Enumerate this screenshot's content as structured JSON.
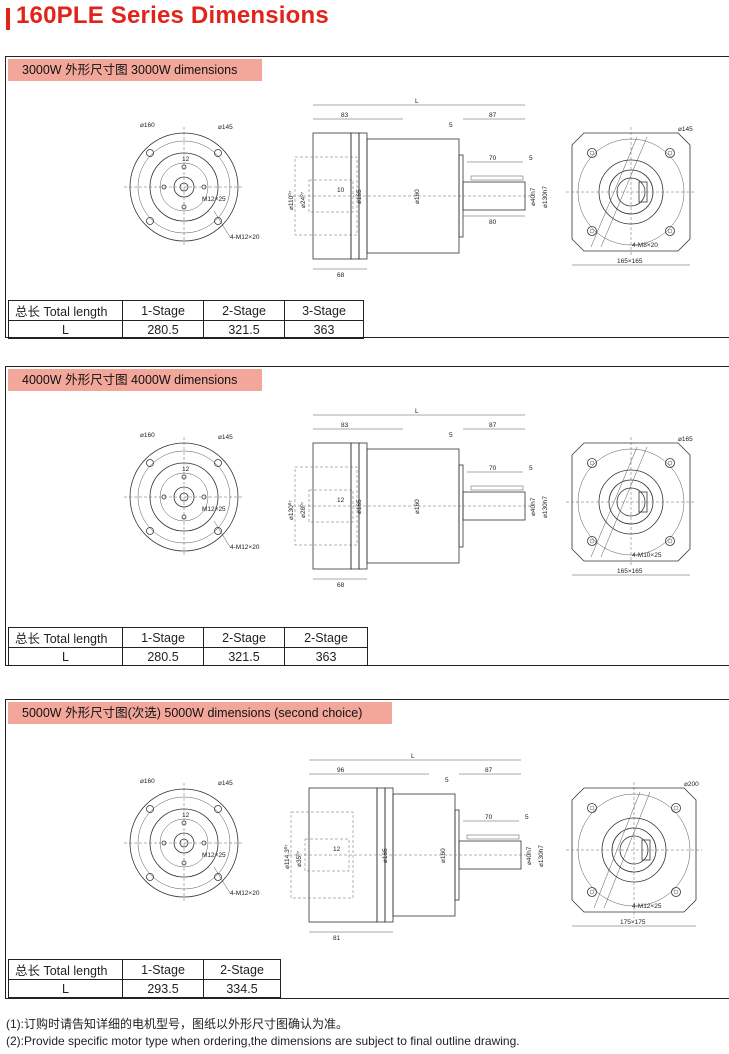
{
  "page": {
    "title": "160PLE Series Dimensions",
    "notes": [
      "(1):订购时请告知详细的电机型号，图纸以外形尺寸图确认为准。",
      "(2):Provide specific motor type when ordering,the dimensions are subject to final outline drawing."
    ]
  },
  "sections": [
    {
      "label": "3000W 外形尺寸图 3000W dimensions",
      "table": {
        "row1": [
          "总长 Total length",
          "1-Stage",
          "2-Stage",
          "3-Stage"
        ],
        "row2": [
          "L",
          "280.5",
          "321.5",
          "363"
        ]
      },
      "front": {
        "d1": "⌀160",
        "d2": "⌀145",
        "a": "12",
        "b": "M12×25",
        "c": "4-M12×20"
      },
      "side": {
        "d83": "83",
        "L": "L",
        "d87": "87",
        "d5a": "5",
        "d10": "10",
        "d70": "70",
        "d5b": "5",
        "d80": "80",
        "d68": "68",
        "dia1": "⌀110⁰⁷",
        "dia2": "⌀24⁰⁷",
        "dia3": "⌀165",
        "dia4": "⌀160",
        "dia5": "⌀40h7",
        "dia6": "⌀130h7"
      },
      "rear": {
        "d": "⌀145",
        "m": "4-M8×20",
        "size": "165×165"
      }
    },
    {
      "label": "4000W 外形尺寸图 4000W dimensions",
      "table": {
        "row1": [
          "总长 Total length",
          "1-Stage",
          "2-Stage",
          "2-Stage"
        ],
        "row2": [
          "L",
          "280.5",
          "321.5",
          "363"
        ]
      },
      "front": {
        "d1": "⌀160",
        "d2": "⌀145",
        "a": "12",
        "b": "M12×25",
        "c": "4-M12×20"
      },
      "side": {
        "d83": "83",
        "L": "L",
        "d87": "87",
        "d5a": "5",
        "d10": "12",
        "d70": "70",
        "d5b": "5",
        "d80": "",
        "d68": "68",
        "dia1": "⌀130⁰⁷",
        "dia2": "⌀28⁰⁷",
        "dia3": "⌀165",
        "dia4": "⌀160",
        "dia5": "⌀40h7",
        "dia6": "⌀130h7"
      },
      "rear": {
        "d": "⌀165",
        "m": "4-M10×25",
        "size": "165×165"
      }
    },
    {
      "label": "5000W 外形尺寸图(次选) 5000W dimensions (second choice)",
      "table": {
        "row1": [
          "总长 Total length",
          "1-Stage",
          "2-Stage"
        ],
        "row2": [
          "L",
          "293.5",
          "334.5"
        ]
      },
      "front": {
        "d1": "⌀160",
        "d2": "⌀145",
        "a": "12",
        "b": "M12×25",
        "c": "4-M12×20"
      },
      "side": {
        "d83": "96",
        "L": "L",
        "d87": "87",
        "d5a": "5",
        "d10": "12",
        "d70": "70",
        "d5b": "5",
        "d80": "",
        "d68": "81",
        "dia1": "⌀114.3⁰⁷",
        "dia2": "⌀35⁰⁷",
        "dia3": "⌀165",
        "dia4": "⌀160",
        "dia5": "⌀40h7",
        "dia6": "⌀130h7"
      },
      "rear": {
        "d": "⌀200",
        "m": "4-M12×25",
        "size": "175×175"
      }
    }
  ]
}
